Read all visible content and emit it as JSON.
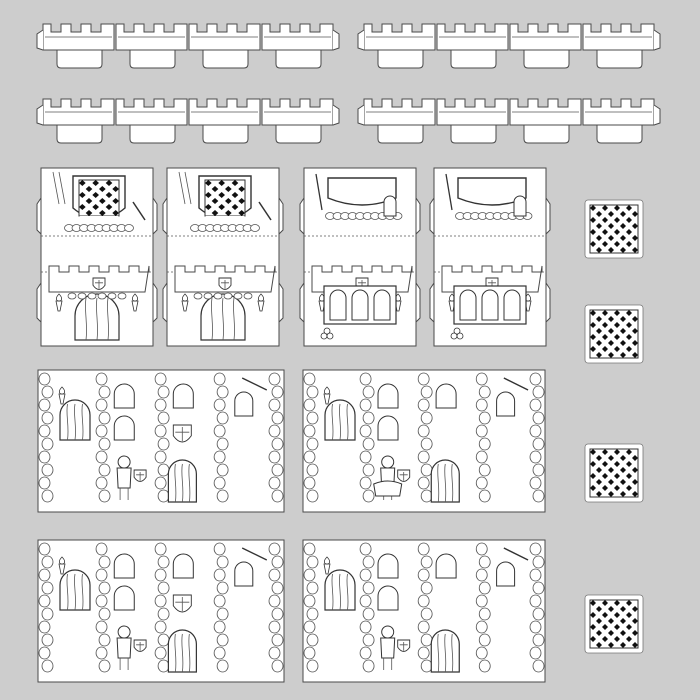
{
  "sheet": {
    "title": "",
    "colors": {
      "background": "#cdcdcd",
      "paper": "#ffffff",
      "ink": "#333333",
      "check_dark": "#111111"
    }
  },
  "crenellation_strips": [
    {
      "row": 1,
      "side": "left"
    },
    {
      "row": 1,
      "side": "right"
    },
    {
      "row": 2,
      "side": "left"
    },
    {
      "row": 2,
      "side": "right"
    }
  ],
  "tower_panels": [
    {
      "variant": "shield-checkered",
      "icons": [
        "ladder-icon",
        "shield-icon",
        "sword-icon",
        "door-icon",
        "torch-icon"
      ]
    },
    {
      "variant": "shield-checkered",
      "icons": [
        "cloud-icon",
        "shield-icon",
        "door-icon",
        "torch-icon"
      ]
    },
    {
      "variant": "banner-portcullis",
      "icons": [
        "axe-icon",
        "window-icon",
        "portcullis-icon",
        "cannonball-icon",
        "cart-icon"
      ]
    },
    {
      "variant": "banner-portcullis",
      "icons": [
        "ladder-icon",
        "sword-icon",
        "portcullis-icon",
        "sword-icon"
      ]
    }
  ],
  "floor_tiles": [
    {
      "pattern": "checkered-diamond"
    },
    {
      "pattern": "checkered-diamond"
    },
    {
      "pattern": "checkered-diamond"
    },
    {
      "pattern": "checkered-diamond"
    }
  ],
  "wall_panels": [
    {
      "figures": [
        "knight-icon",
        "shield-icon",
        "torch-icon",
        "sign-icon"
      ]
    },
    {
      "figures": [
        "horseman-icon",
        "dragon-icon",
        "torch-icon"
      ]
    },
    {
      "figures": [
        "knight-icon",
        "banner-icon",
        "dragon-icon",
        "torch-icon"
      ]
    },
    {
      "figures": [
        "knight-icon",
        "axe-icon",
        "torch-icon"
      ]
    }
  ]
}
